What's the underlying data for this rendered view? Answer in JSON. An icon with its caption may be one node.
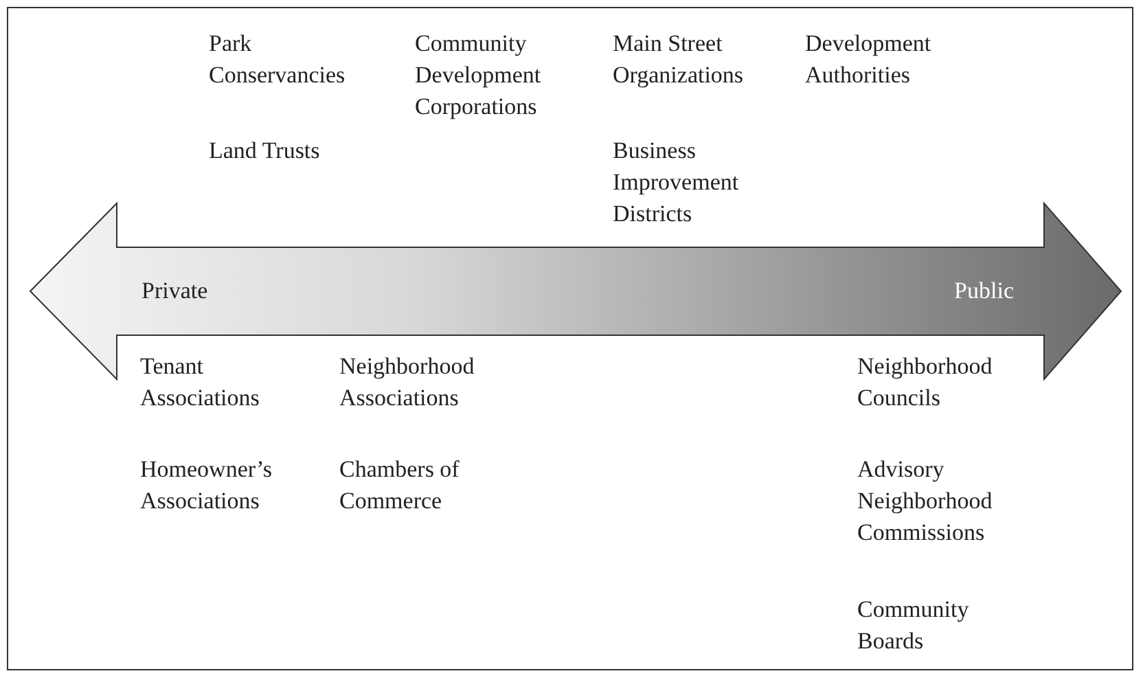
{
  "diagram": {
    "nodes": [
      {
        "text": [
          "Private",
          "Public"
        ]
      }
    ],
    "labels": [
      "Park Conservancies",
      "Community Development Corporations",
      "Main Street Organizations",
      "Development Authorities",
      "Land Trusts",
      "Business Improvement Districts",
      "Tenant Associations",
      "Neighborhood Associations",
      "Neighborhood Councils",
      "Homeowner’s Associations",
      "Chambers of Commerce",
      "Advisory Neighborhood Commissions",
      "Community Boards"
    ]
  }
}
